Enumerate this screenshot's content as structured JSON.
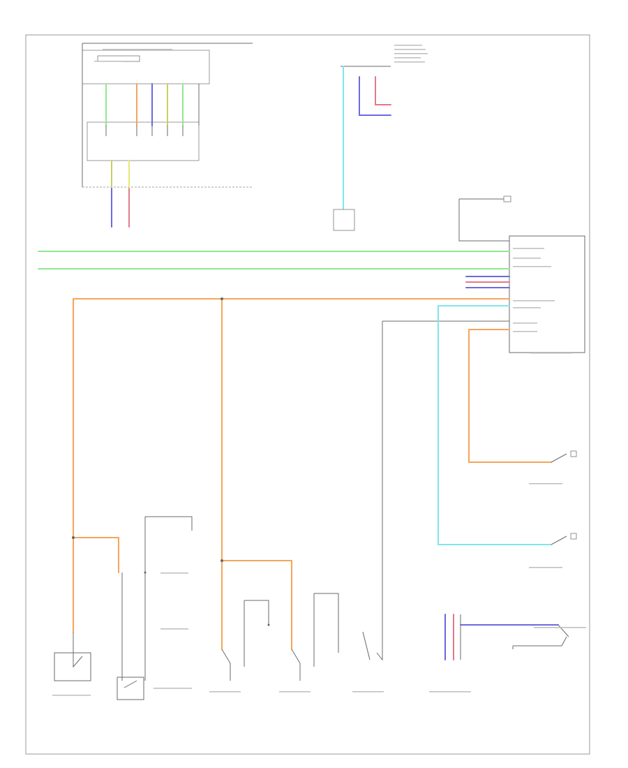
{
  "colors": {
    "orange": "#f5a55a",
    "green": "#8ee88e",
    "cyan": "#7fe6ec",
    "blue": "#6a6ae0",
    "red": "#e07a8a",
    "olive": "#c8d060",
    "gray": "#6a6a6a",
    "frame": "#9a9a9a"
  },
  "footer": {
    "code": ""
  },
  "components": [
    {
      "id": "tcm",
      "label": ""
    },
    {
      "id": "ecu",
      "label": ""
    },
    {
      "id": "bcm",
      "label": ""
    },
    {
      "id": "stop-lamp-switch",
      "label": ""
    },
    {
      "id": "foot-parking-brake",
      "label": ""
    },
    {
      "id": "brake-fluid-level-switch",
      "label": ""
    },
    {
      "id": "rear-lower-switch",
      "label": ""
    },
    {
      "id": "left-lower-switch",
      "label": ""
    },
    {
      "id": "rear-upper-switch",
      "label": ""
    },
    {
      "id": "right-front-door-switch",
      "label": ""
    },
    {
      "id": "left-front-door-switch",
      "label": ""
    },
    {
      "id": "seatbelt-buckle-switch",
      "label": ""
    }
  ]
}
